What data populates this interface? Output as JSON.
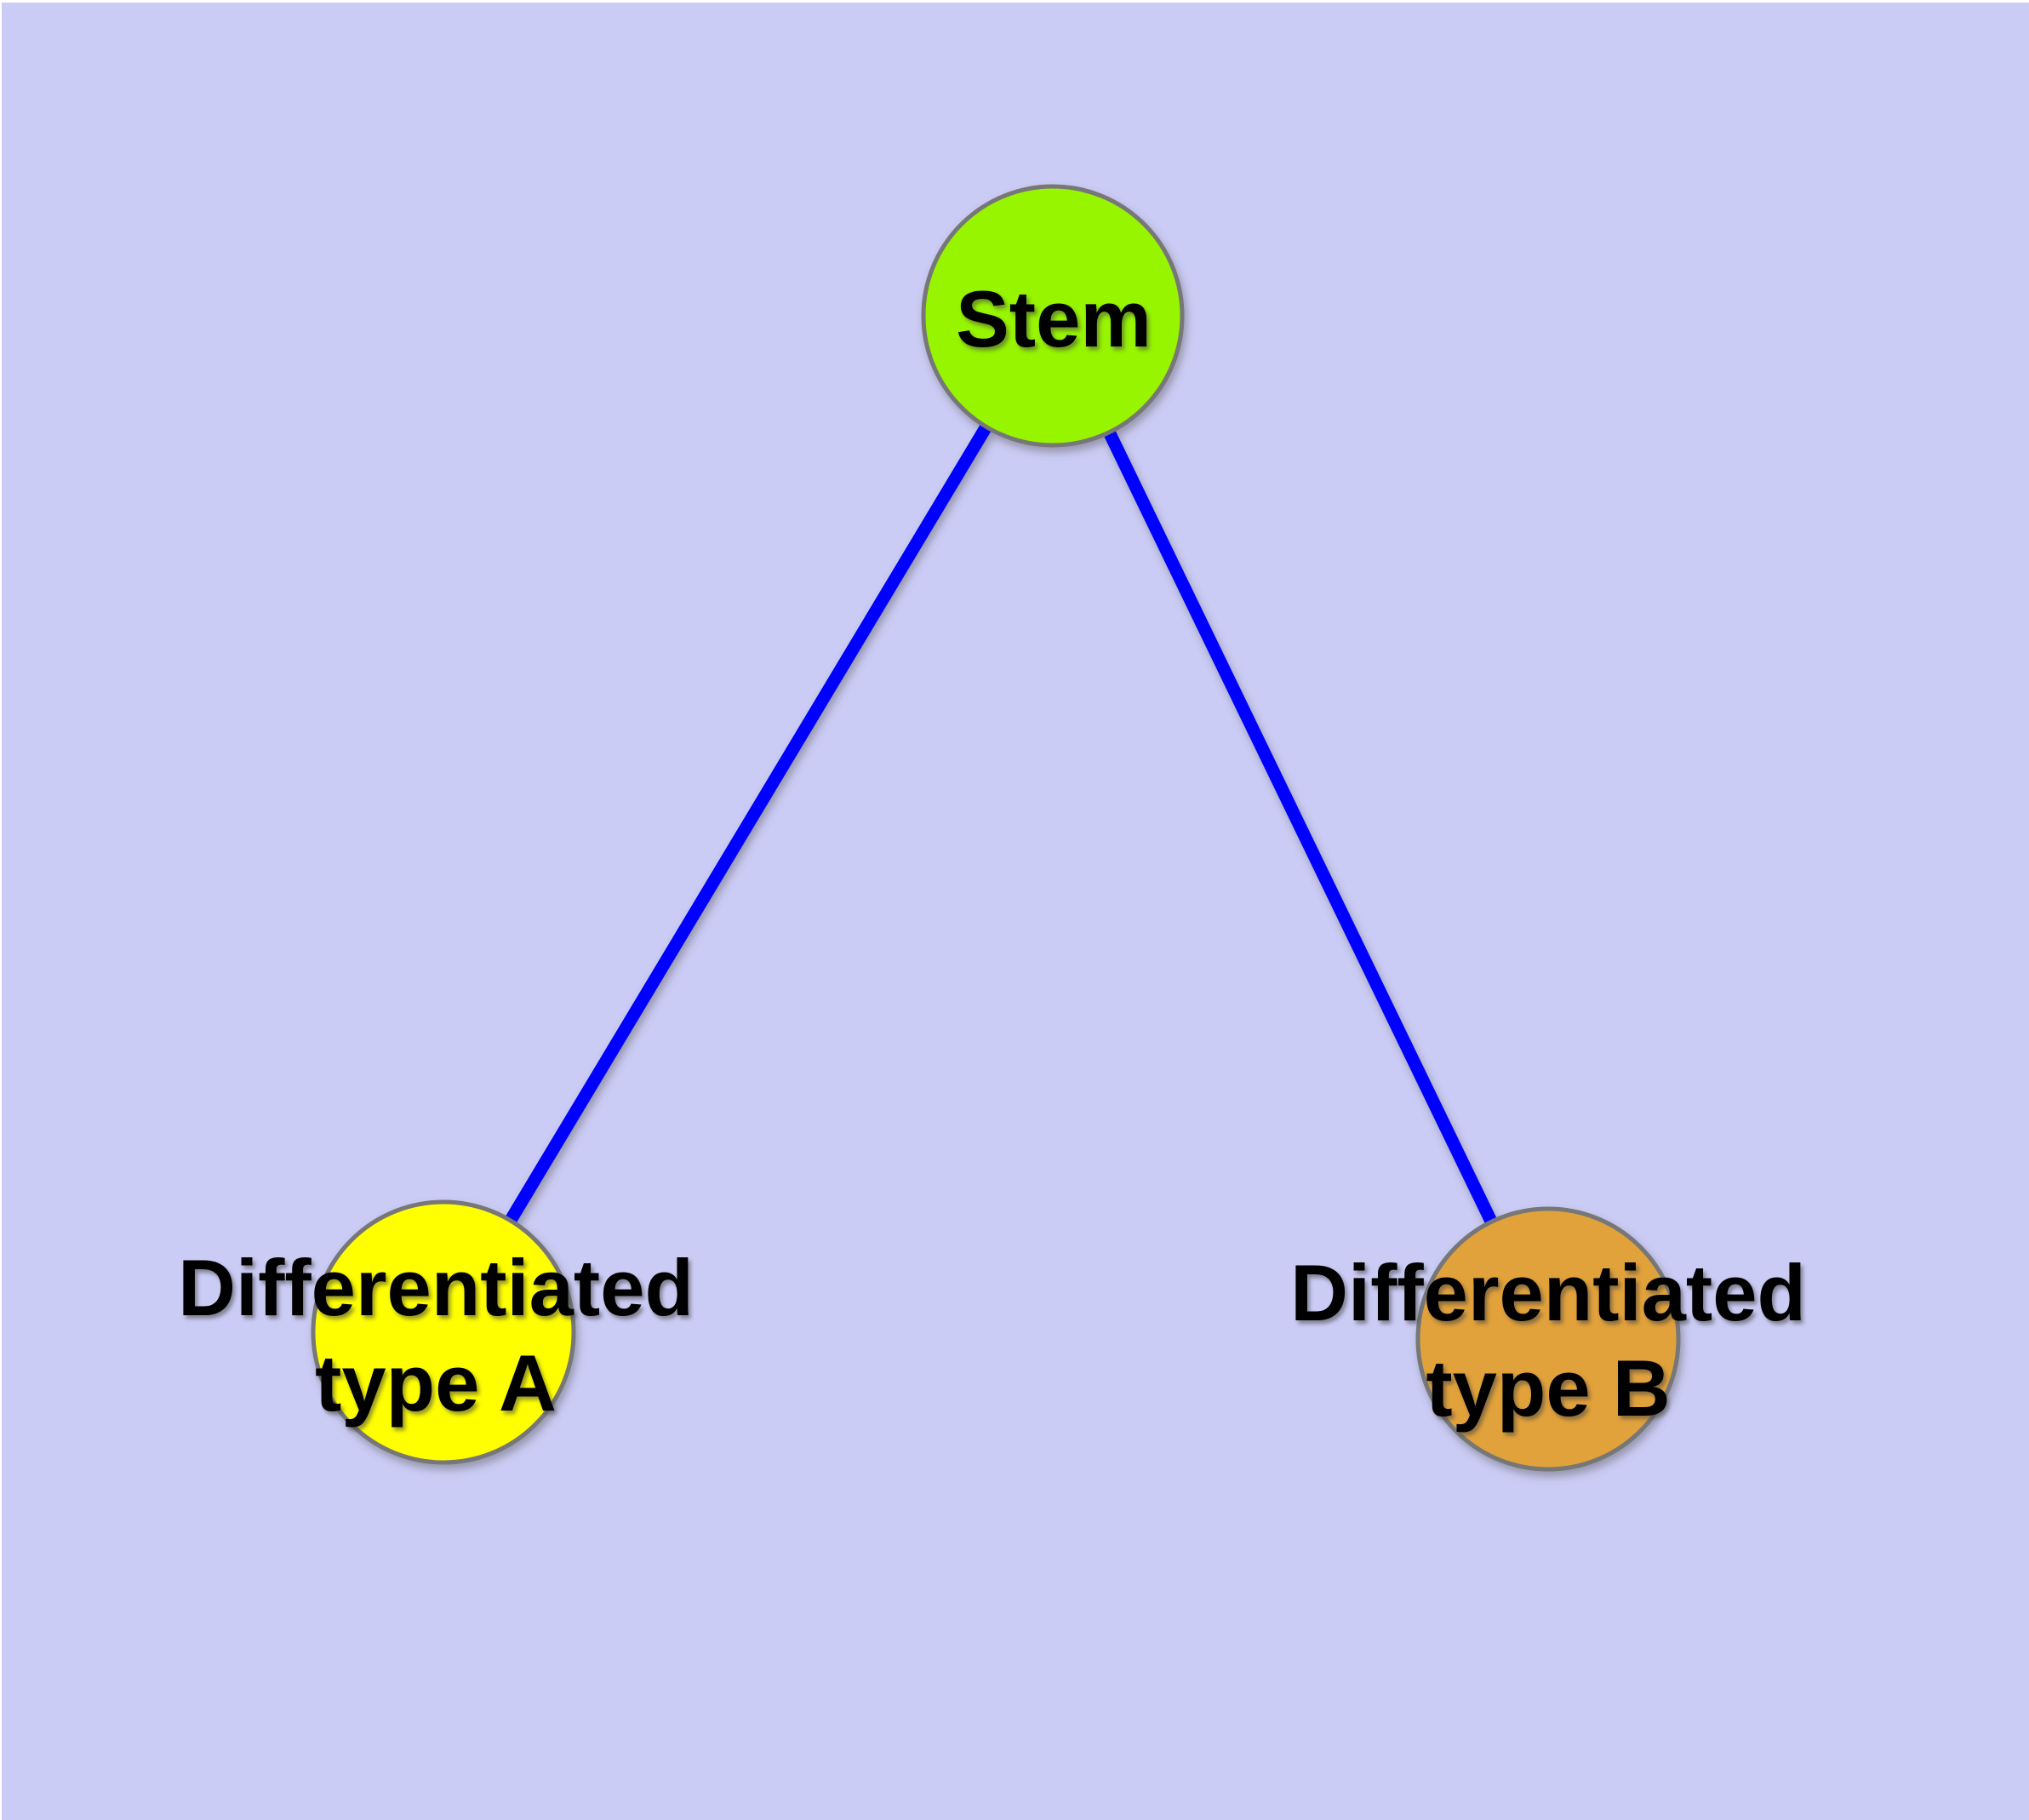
{
  "canvas": {
    "background_color": "#CBCCF5",
    "margin_color": "#FFFFFF"
  },
  "edges": {
    "color": "#0000FF",
    "items": [
      {
        "from": "Stem",
        "to": "Differentiated type A"
      },
      {
        "from": "Stem",
        "to": "Differentiated type B"
      }
    ]
  },
  "nodes": {
    "stem": {
      "label": "Stem",
      "fill_color": "#97F500",
      "border_color": "#777777"
    },
    "type_a": {
      "label_line1": "Differentiated",
      "label_line2": "type A",
      "fill_color": "#FFFF00",
      "border_color": "#777777"
    },
    "type_b": {
      "label_line1": "Differentiated",
      "label_line2": "type B",
      "fill_color": "#E2A23B",
      "border_color": "#777777"
    }
  }
}
